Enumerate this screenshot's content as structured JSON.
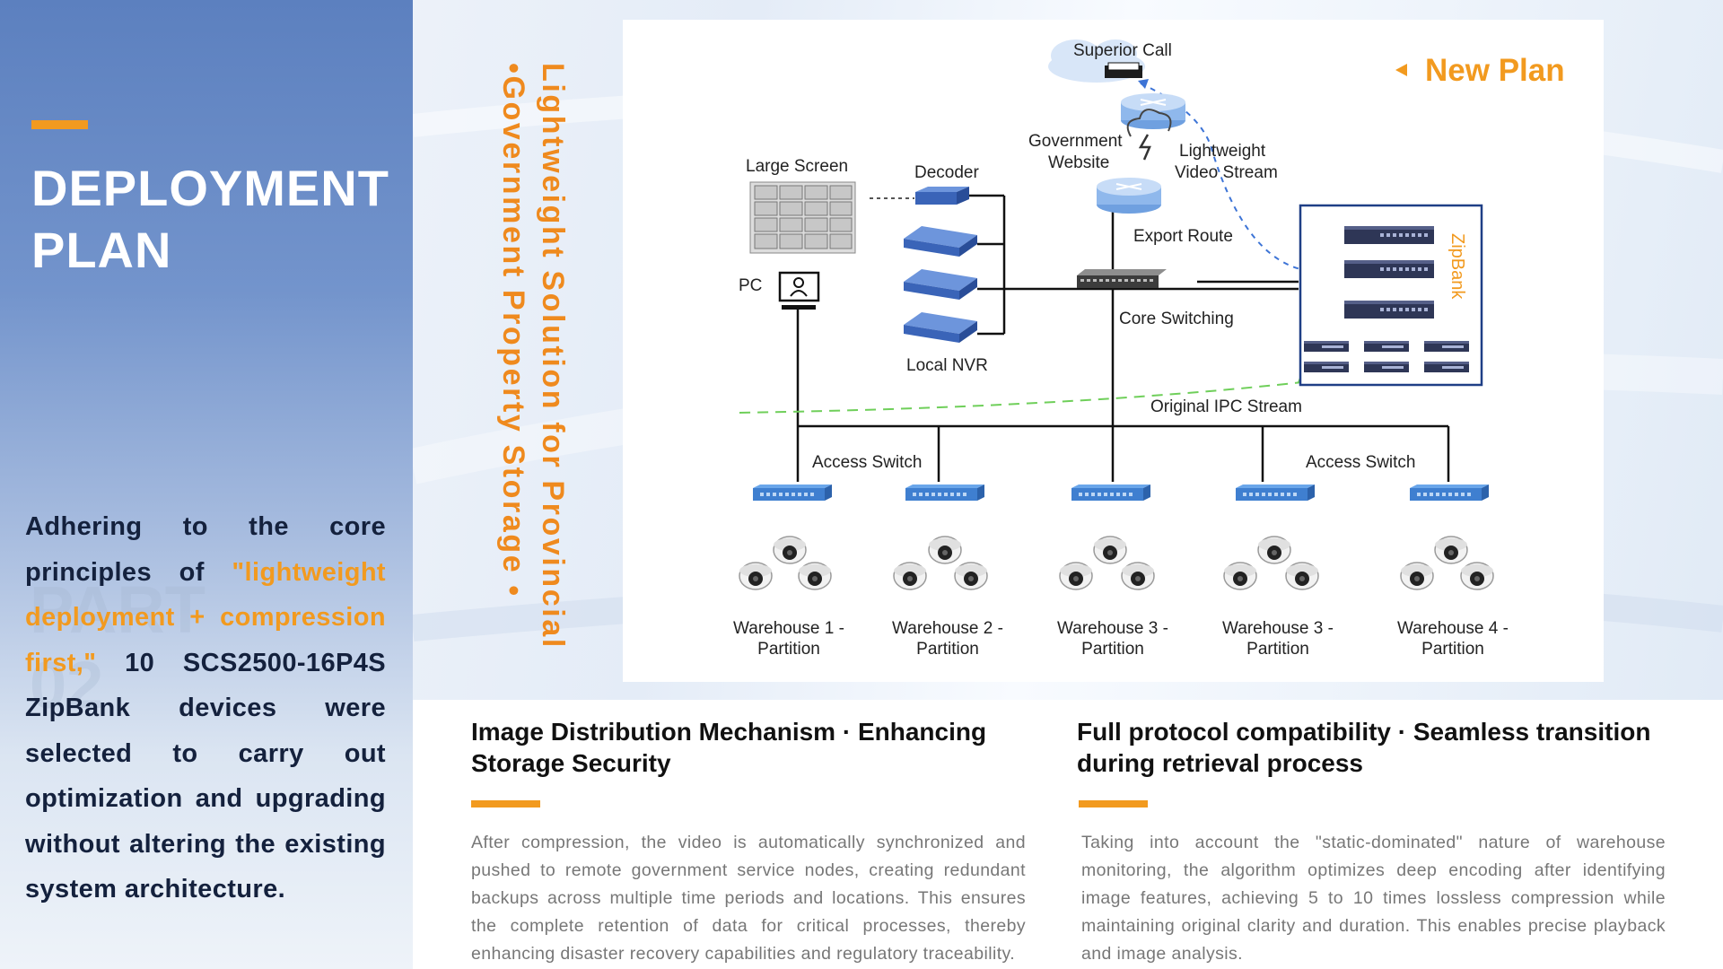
{
  "sidebar": {
    "title_line1": "DEPLOYMENT",
    "title_line2": "PLAN",
    "watermark_line1": "PART",
    "watermark_line2": "02",
    "intro_part1": "Adhering to the core principles of ",
    "intro_highlight": "\"lightweight deployment + compression first,\"",
    "intro_part2": " 10 SCS2500-16P4S ZipBank devices were selected to carry out optimization and upgrading without altering the existing system architecture."
  },
  "vertical_caption": {
    "line1": "Lightweight Solution for Provincial",
    "line2": "•Government Property Storage •"
  },
  "diagram": {
    "new_plan_label": "New Plan",
    "nodes": {
      "superior_call": "Superior Call",
      "government_website_line1": "Government",
      "government_website_line2": "Website",
      "lightweight_stream_line1": "Lightweight",
      "lightweight_stream_line2": "Video Stream",
      "export_route": "Export Route",
      "large_screen": "Large Screen",
      "decoder": "Decoder",
      "pc": "PC",
      "local_nvr": "Local NVR",
      "core_switching": "Core Switching",
      "zipbank": "ZipBank",
      "original_ipc_stream": "Original IPC Stream",
      "access_switch_left": "Access Switch",
      "access_switch_right": "Access Switch"
    },
    "warehouses": [
      {
        "line1": "Warehouse 1 -",
        "line2": "Partition"
      },
      {
        "line1": "Warehouse 2 -",
        "line2": "Partition"
      },
      {
        "line1": "Warehouse 3 -",
        "line2": "Partition"
      },
      {
        "line1": "Warehouse 3 -",
        "line2": "Partition"
      },
      {
        "line1": "Warehouse 4 -",
        "line2": "Partition"
      }
    ]
  },
  "features": [
    {
      "title_line1": "Image Distribution Mechanism · Enhancing",
      "title_line2": "Storage Security",
      "body": "After compression, the video is automatically synchronized and pushed to remote government service nodes, creating redundant backups across multiple time periods and locations. This ensures the complete retention of data for critical processes, thereby enhancing disaster recovery capabilities and regulatory traceability."
    },
    {
      "title_line1": "Full protocol compatibility · Seamless transition",
      "title_line2": "during retrieval process",
      "body": "Taking into account the \"static-dominated\" nature of warehouse monitoring, the algorithm optimizes deep encoding after identifying image features, achieving 5 to 10 times lossless compression while maintaining original clarity and duration. This enables precise playback and image analysis."
    }
  ],
  "colors": {
    "accent_orange": "#f29a1f",
    "sidebar_blue": "#5c80bf",
    "switch_blue": "#3f7fd0",
    "title_dark": "#14213d"
  }
}
